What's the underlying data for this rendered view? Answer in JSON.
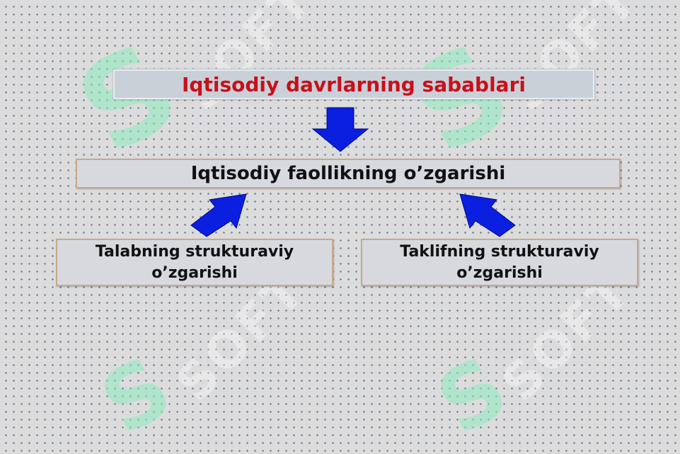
{
  "title": "Iqtisodiy davrlarning sabablari",
  "center": "Iqtisodiy faollikning o’zgarishi",
  "left_box": {
    "line1": "Talabning strukturaviy",
    "line2": "o’zgarishi"
  },
  "right_box": {
    "line1": "Taklifning strukturaviy",
    "line2": "o’zgarishi"
  },
  "colors": {
    "title_text": "#c8101a",
    "arrow": "#0a1fe0",
    "box_border": "#c9a98a"
  },
  "icons": {
    "down_arrow": "down-arrow-icon",
    "up_right_arrow": "up-right-arrow-icon",
    "up_left_arrow": "up-left-arrow-icon"
  }
}
